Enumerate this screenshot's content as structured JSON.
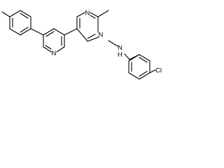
{
  "molecule": {
    "atoms": {
      "ring_n1": "N",
      "ring_n2": "N",
      "pyridine_n": "N",
      "amine_n": "N",
      "amine_h": "H",
      "chlorine": "Cl"
    },
    "colors": {
      "bond": "#000000",
      "text": "#000000",
      "background": "#ffffff"
    }
  }
}
